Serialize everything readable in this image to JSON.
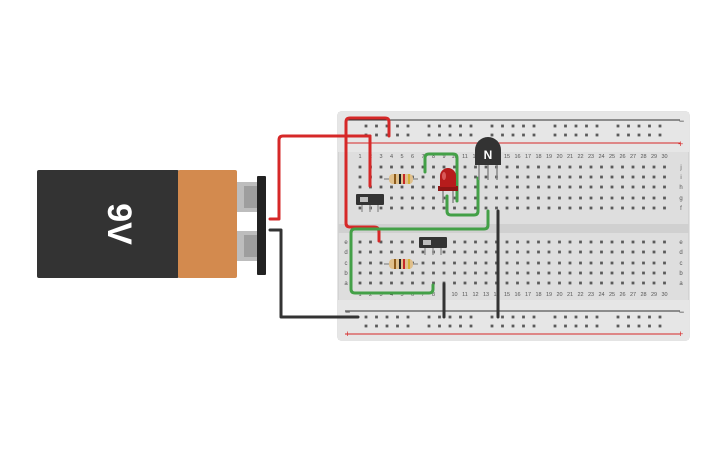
{
  "battery": {
    "label": "9V",
    "body_color": "#333333",
    "cap_color": "#d38a4e"
  },
  "breadboard": {
    "columns": 30,
    "top_rows": [
      "j",
      "i",
      "h",
      "g",
      "f"
    ],
    "bottom_rows": [
      "e",
      "d",
      "c",
      "b",
      "a"
    ],
    "rail_minus": "−",
    "rail_plus": "+",
    "board_color": "#dedede"
  },
  "transistor": {
    "label": "N"
  },
  "components": {
    "led": {
      "color": "#b71c1c"
    },
    "resistor_bands": [
      "#8d5a1a",
      "#222222",
      "#c62828",
      "#d4af37"
    ],
    "wire_colors": {
      "red": "#d62828",
      "black": "#333333",
      "green": "#43a047"
    }
  }
}
